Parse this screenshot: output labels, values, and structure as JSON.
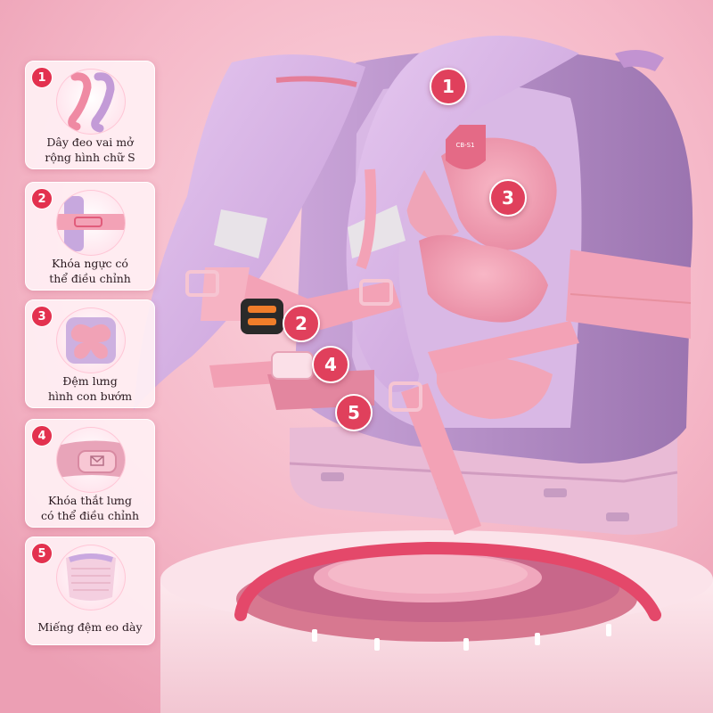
{
  "colors": {
    "background": "#f7bfcd",
    "badge": "#e3314f",
    "card": "#fff0f4",
    "strap_lavender": "#d7b2e6",
    "strap_pink": "#f3a2b6",
    "bag_purple": "#b58cc6"
  },
  "features": [
    {
      "number": "1",
      "line1": "Dây đeo vai mở",
      "line2": "rộng hình chữ S",
      "icon": "s-strap-icon"
    },
    {
      "number": "2",
      "line1": "Khóa ngực có",
      "line2": "thể điều chỉnh",
      "icon": "chest-buckle-icon"
    },
    {
      "number": "3",
      "line1": "Đệm lưng",
      "line2": "hình con bướm",
      "icon": "butterfly-pad-icon"
    },
    {
      "number": "4",
      "line1": "Khóa thắt lưng",
      "line2": "có thể điều chỉnh",
      "icon": "waist-buckle-icon"
    },
    {
      "number": "5",
      "line1": "Miếng đệm eo dày",
      "line2": "",
      "icon": "waist-cushion-icon"
    }
  ],
  "markers": [
    "1",
    "2",
    "3",
    "4",
    "5"
  ]
}
